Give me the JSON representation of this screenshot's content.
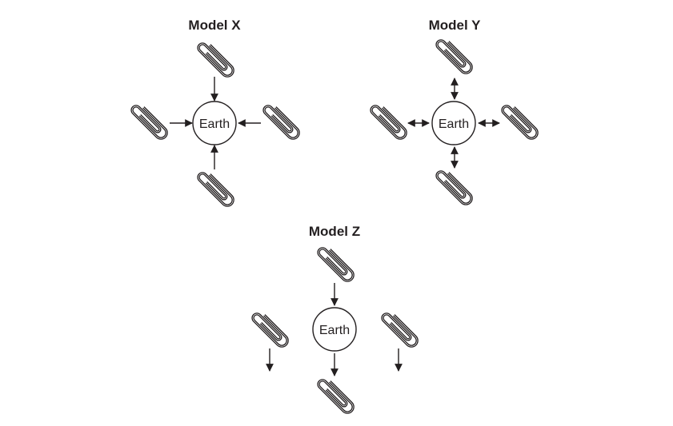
{
  "models": [
    {
      "id": "x",
      "title": "Model X",
      "center_label": "Earth",
      "interaction": "attract"
    },
    {
      "id": "y",
      "title": "Model Y",
      "center_label": "Earth",
      "interaction": "attract-and-repel"
    },
    {
      "id": "z",
      "title": "Model Z",
      "center_label": "Earth",
      "interaction": "all-fall-down"
    }
  ],
  "colors": {
    "ink": "#231f20",
    "background": "#ffffff"
  },
  "icons": {
    "object": "paper-clip-icon",
    "planet": "earth-circle"
  }
}
